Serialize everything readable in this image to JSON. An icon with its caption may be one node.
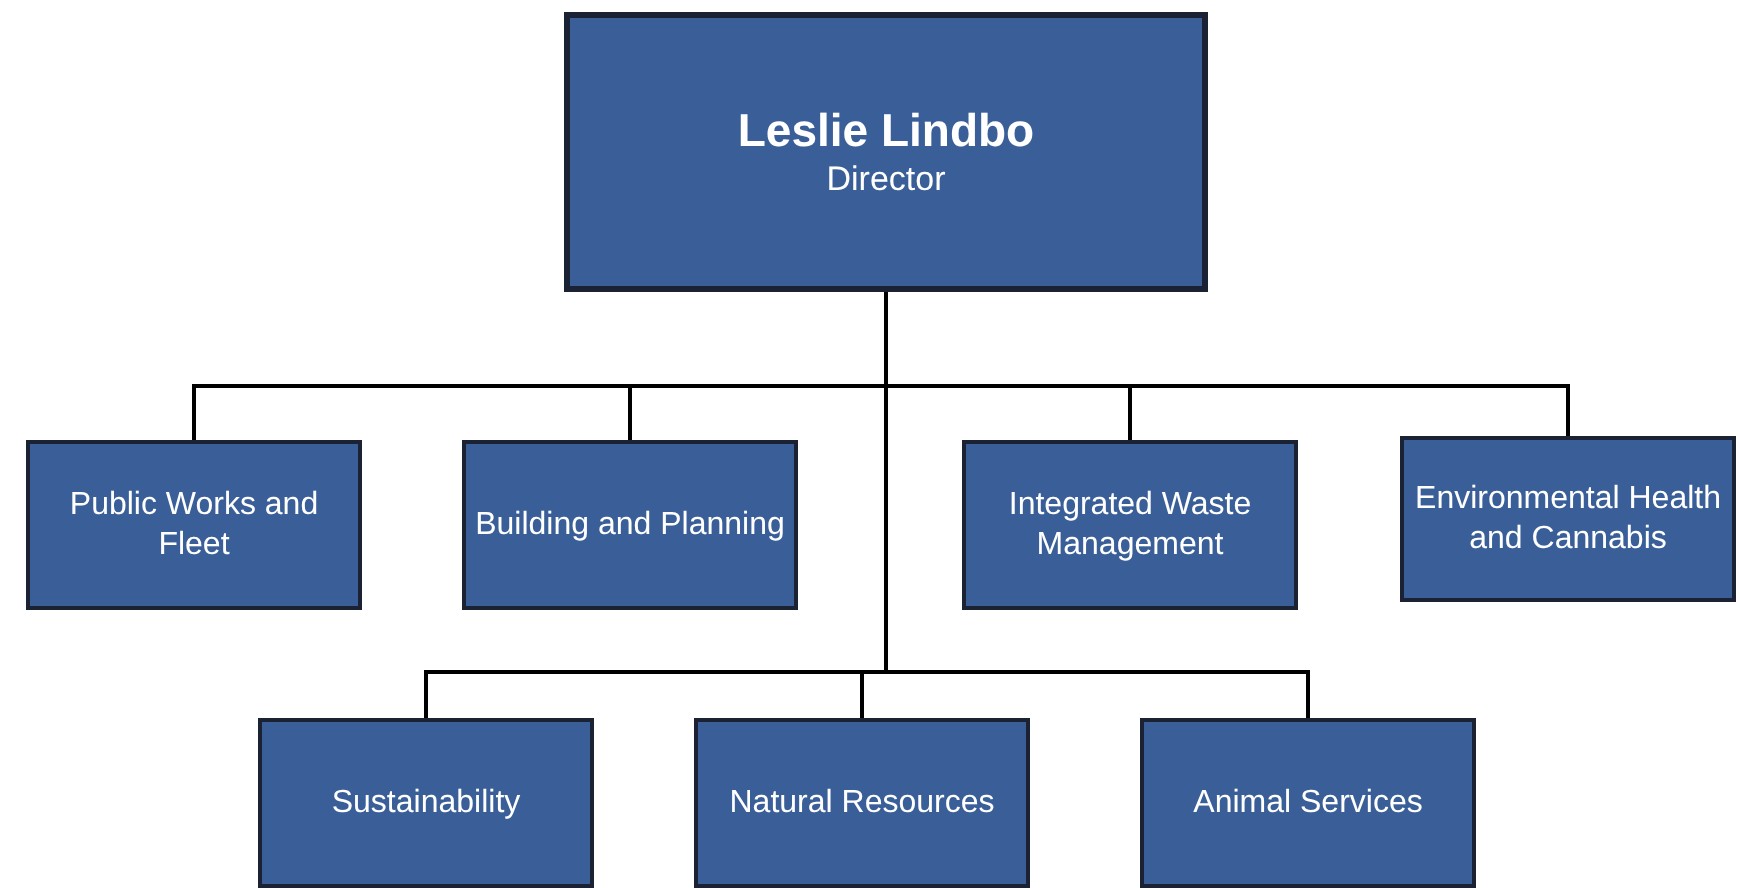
{
  "diagram": {
    "nodes": [
      {
        "text": [
          "Leslie Lindbo",
          "Director"
        ]
      },
      {
        "text": [
          "Public Works and Fleet"
        ]
      },
      {
        "text": [
          "Building and Planning"
        ]
      },
      {
        "text": [
          "Integrated Waste Management"
        ]
      },
      {
        "text": [
          "Environmental Health and Cannabis"
        ]
      },
      {
        "text": [
          "Sustainability"
        ]
      },
      {
        "text": [
          "Natural Resources"
        ]
      },
      {
        "text": [
          "Animal Services"
        ]
      }
    ],
    "edges": [
      {
        "from": 0,
        "to": 1,
        "arrow": "none"
      },
      {
        "from": 0,
        "to": 2,
        "arrow": "none"
      },
      {
        "from": 0,
        "to": 3,
        "arrow": "none"
      },
      {
        "from": 0,
        "to": 4,
        "arrow": "none"
      },
      {
        "from": 0,
        "to": 5,
        "arrow": "none"
      },
      {
        "from": 0,
        "to": 6,
        "arrow": "none"
      },
      {
        "from": 0,
        "to": 7,
        "arrow": "none"
      }
    ]
  }
}
